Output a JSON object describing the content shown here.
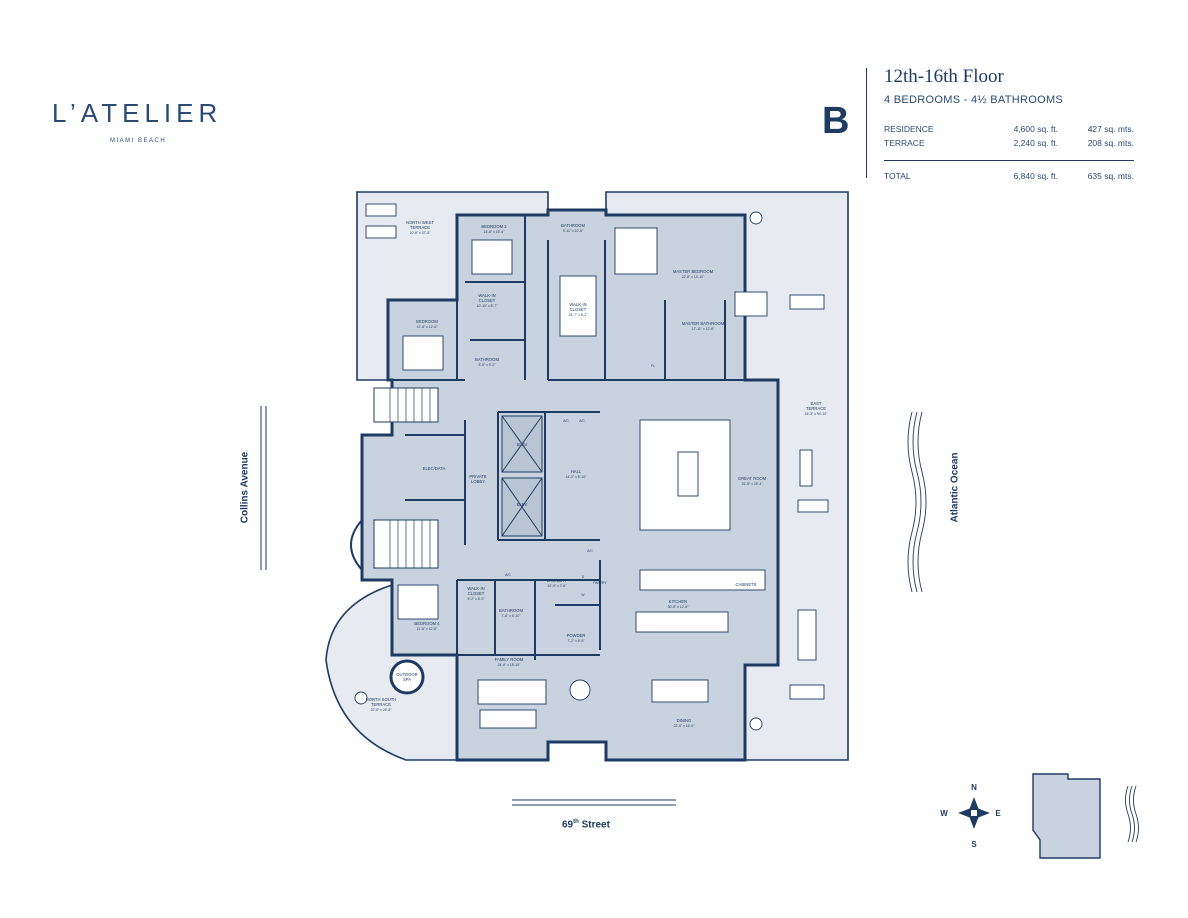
{
  "branding": {
    "logo": "L’ATELIER",
    "logo_sub": "MIAMI BEACH"
  },
  "unit": {
    "letter": "B",
    "floor": "12th-16th Floor",
    "bedrooms_baths": "4 BEDROOMS - 4½ BATHROOMS"
  },
  "areas": {
    "rows": [
      {
        "name": "RESIDENCE",
        "sqft": "4,600 sq. ft.",
        "mts": "427 sq. mts."
      },
      {
        "name": "TERRACE",
        "sqft": "2,240 sq. ft.",
        "mts": "208 sq. mts."
      }
    ],
    "total": {
      "name": "TOTAL",
      "sqft": "6,840 sq. ft.",
      "mts": "635 sq. mts."
    }
  },
  "streets": {
    "west": "Collins Avenue",
    "east": "Atlantic Ocean",
    "south_prefix": "69",
    "south_sup": "th",
    "south_suffix": " Street"
  },
  "compass": {
    "n": "N",
    "s": "S",
    "e": "E",
    "w": "W"
  },
  "rooms": {
    "nw_terrace": {
      "name": "NORTH WEST",
      "name2": "TERRACE",
      "dim": "10'-6\" x 37'-8\""
    },
    "bedroom2": {
      "name": "BEDROOM 2",
      "dim": "14'-6\" x 16'-6\""
    },
    "bathroom_top": {
      "name": "BATHROOM",
      "dim": "9'-11\" x 10'-6\""
    },
    "master_bedroom": {
      "name": "MASTER BEDROOM",
      "dim": "22'-8\" x 14'-10\""
    },
    "walkin_closet_1": {
      "name": "WALK-IN",
      "name2": "CLOSET",
      "dim": "10'-10\" x 8'-7\""
    },
    "walkin_closet_2": {
      "name": "WALK-IN",
      "name2": "CLOSET",
      "dim": "24'-7\" x 8'-2\""
    },
    "master_bathroom": {
      "name": "MASTER BATHROOM",
      "dim": "17'-11\" x 12'-6\""
    },
    "bedroom3": {
      "name": "BEDROOM",
      "dim": "12'-8\" x 12'-6\""
    },
    "bathroom_mid": {
      "name": "BATHROOM",
      "dim": "8'-8\" x 9'-2\""
    },
    "east_terrace": {
      "name": "EAST",
      "name2": "TERRACE",
      "dim": "15'-3\" x 94'-10\""
    },
    "elev1": {
      "name": "ELEV"
    },
    "elev2": {
      "name": "ELEV"
    },
    "elec": {
      "name": "ELEC/DATA"
    },
    "private_lobby": {
      "name": "PRIVATE",
      "name2": "LOBBY"
    },
    "hall": {
      "name": "HALL",
      "dim": "14'-2\" x 8'-10\""
    },
    "great_room": {
      "name": "GREAT ROOM",
      "dim": "31'-8\" x 28'-4\""
    },
    "walkin_closet_3": {
      "name": "WALK-IN",
      "name2": "CLOSET",
      "dim": "5'-2\" x 8'-0\""
    },
    "laundry": {
      "name": "LAUNDRY",
      "dim": "10'-9\" x 7'-6\""
    },
    "bathroom_low": {
      "name": "BATHROOM",
      "dim": "7'-6\" x 5'-10\""
    },
    "cabinets": {
      "name": "CABINETS"
    },
    "kitchen": {
      "name": "KITCHEN",
      "dim": "30'-8\" x 12'-6\""
    },
    "bedroom4": {
      "name": "BEDROOM 4",
      "dim": "11'-8\" x 12'-8\""
    },
    "powder": {
      "name": "POWDER",
      "dim": "7'-2\" x 5'-5\""
    },
    "family_room": {
      "name": "FAMILY ROOM",
      "dim": "24'-6\" x 15'-10\""
    },
    "outdoor_spa": {
      "name": "OUTDOOR",
      "name2": "SPA"
    },
    "ns_terrace": {
      "name": "NORTH SOUTH",
      "name2": "TERRACE",
      "dim": "22'-5\" x 26'-8\""
    },
    "dining": {
      "name": "DINING",
      "dim": "22'-6\" x 15'-0\""
    }
  },
  "appliance_labels": {
    "ac1": "A/C",
    "ac2": "A/C",
    "ac3": "A/C",
    "ac4": "A/C",
    "d": "D",
    "w": "W",
    "fl": "FL",
    "pantry": "PANTRY"
  }
}
